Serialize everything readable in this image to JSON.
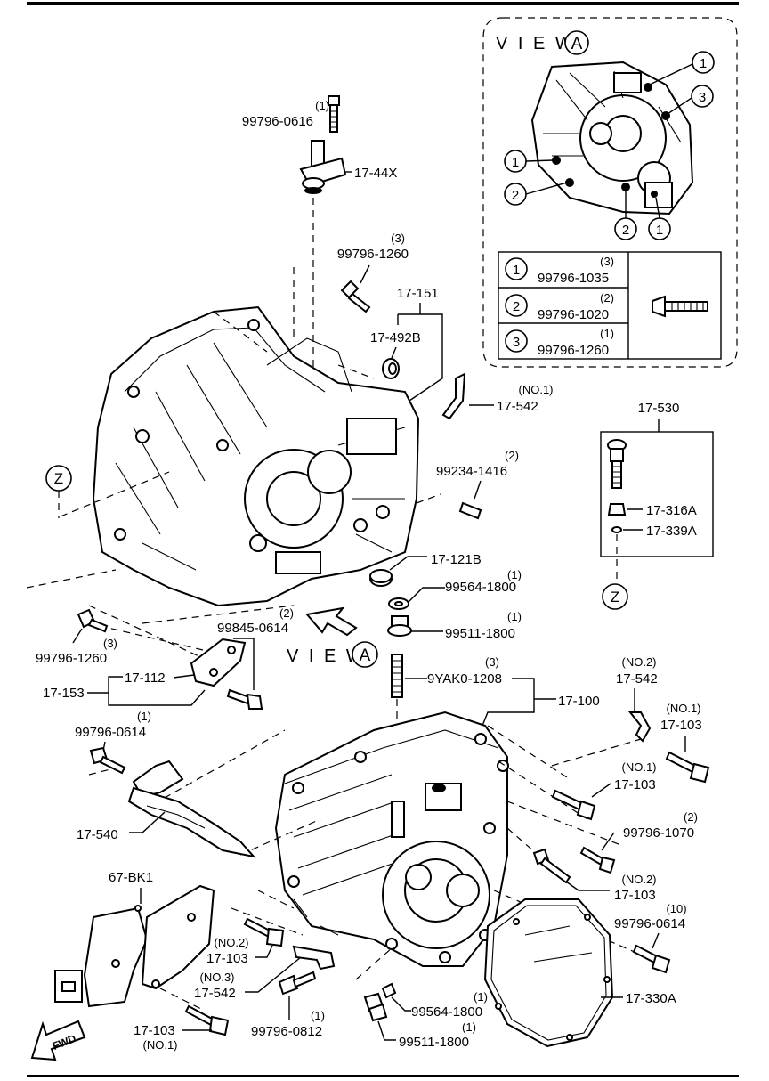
{
  "diagram": {
    "view_a": {
      "view_text": "V I E W",
      "view_letter": "A",
      "callouts": [
        "1",
        "3",
        "1",
        "2",
        "2",
        "1"
      ],
      "legend": [
        {
          "num": "1",
          "qty": "(3)",
          "part": "99796-1035"
        },
        {
          "num": "2",
          "qty": "(2)",
          "part": "99796-1020"
        },
        {
          "num": "3",
          "qty": "(1)",
          "part": "99796-1260"
        }
      ]
    },
    "main_view_text": "V I E W",
    "main_view_letter": "A",
    "z_marker_left": "Z",
    "z_marker_right": "Z",
    "fwd_label": "FWD",
    "labels": {
      "l_0616_top": {
        "qty": "(1)",
        "part": "99796-0616"
      },
      "l_17_44x": "17-44X",
      "l_1260_top": {
        "qty": "(3)",
        "part": "99796-1260"
      },
      "l_17_151": "17-151",
      "l_17_492b": "17-492B",
      "l_17_542_no1": {
        "qty": "(NO.1)",
        "part": "17-542"
      },
      "l_99234": {
        "qty": "(2)",
        "part": "99234-1416"
      },
      "l_17_121b": "17-121B",
      "l_99564_top": {
        "qty": "(1)",
        "part": "99564-1800"
      },
      "l_99511_top": {
        "qty": "(1)",
        "part": "99511-1800"
      },
      "l_99845": {
        "qty": "(2)",
        "part": "99845-0614"
      },
      "l_1260_left": {
        "part": "99796-1260",
        "qty": "(3)"
      },
      "l_17_112": "17-112",
      "l_17_153": "17-153",
      "l_9yak0": {
        "qty": "(3)",
        "part": "9YAK0-1208"
      },
      "l_17_100": "17-100",
      "l_17_530": "17-530",
      "l_17_316a": "17-316A",
      "l_17_339a": "17-339A",
      "l_17_542_no2": {
        "qty": "(NO.2)",
        "part": "17-542"
      },
      "l_17_103_no1a": {
        "qty": "(NO.1)",
        "part": "17-103"
      },
      "l_17_103_no1b": {
        "qty": "(NO.1)",
        "part": "17-103"
      },
      "l_1070": {
        "qty": "(2)",
        "part": "99796-1070"
      },
      "l_17_103_no2a": {
        "qty": "(NO.2)",
        "part": "17-103"
      },
      "l_0614_right": {
        "qty": "(10)",
        "part": "99796-0614"
      },
      "l_17_330a": "17-330A",
      "l_0614_left": {
        "qty": "(1)",
        "part": "99796-0614"
      },
      "l_17_540": "17-540",
      "l_67_bk1": "67-BK1",
      "l_17_103_no2b": {
        "qty": "(NO.2)",
        "part": "17-103"
      },
      "l_17_542_no3": {
        "qty": "(NO.3)",
        "part": "17-542"
      },
      "l_0812": {
        "qty": "(1)",
        "part": "99796-0812"
      },
      "l_99564_bot": {
        "qty": "(1)",
        "part": "99564-1800"
      },
      "l_99511_bot": {
        "qty": "(1)",
        "part": "99511-1800"
      },
      "l_17_103_no1c": {
        "part": "17-103",
        "qty": "(NO.1)"
      }
    }
  }
}
